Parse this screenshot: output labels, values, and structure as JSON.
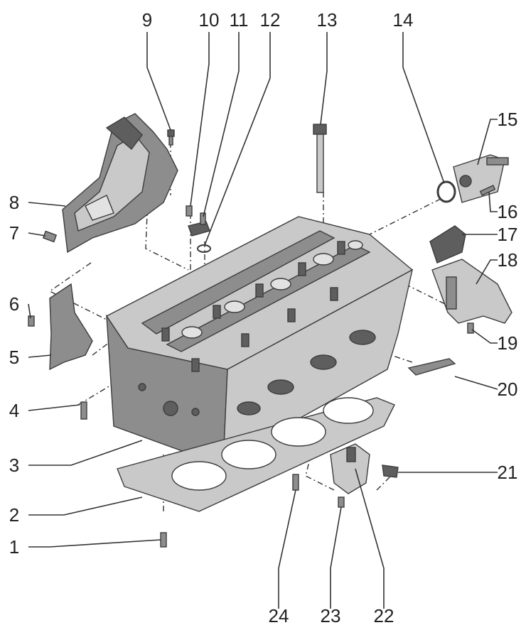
{
  "callouts": [
    "1",
    "2",
    "3",
    "4",
    "5",
    "6",
    "7",
    "8",
    "9",
    "10",
    "11",
    "12",
    "13",
    "14",
    "15",
    "16",
    "17",
    "18",
    "19",
    "20",
    "21",
    "22",
    "23",
    "24"
  ],
  "colors": {
    "line": "#333333",
    "part_dark": "#5e5e5e",
    "part_mid": "#8d8d8d",
    "part_light": "#c9c9c9",
    "background": "#ffffff"
  }
}
